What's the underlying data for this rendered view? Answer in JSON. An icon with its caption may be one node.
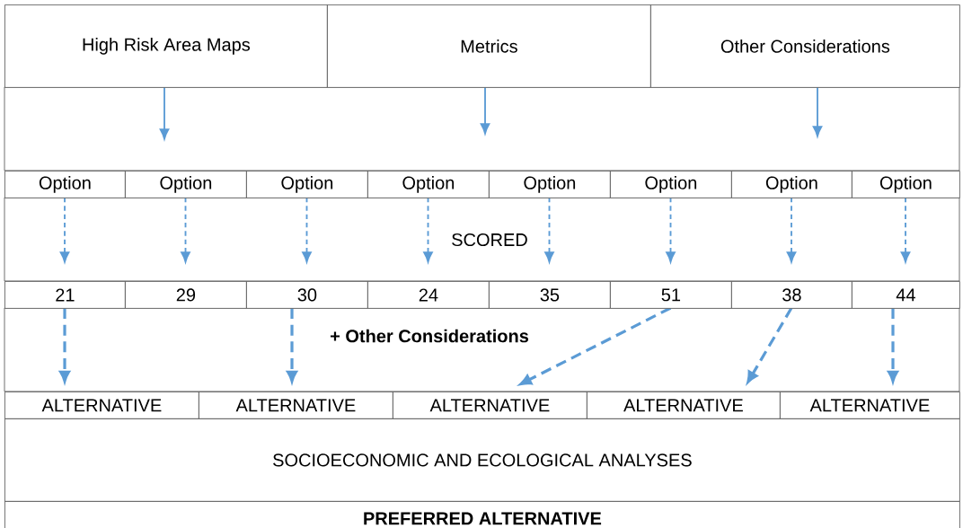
{
  "diagram": {
    "nodes": [
      {
        "text": [
          "High Risk Area Maps"
        ]
      },
      {
        "text": [
          "Metrics"
        ]
      },
      {
        "text": [
          "Other Considerations"
        ]
      },
      {
        "text": [
          "Option"
        ]
      },
      {
        "text": [
          "Option"
        ]
      },
      {
        "text": [
          "Option"
        ]
      },
      {
        "text": [
          "Option"
        ]
      },
      {
        "text": [
          "Option"
        ]
      },
      {
        "text": [
          "Option"
        ]
      },
      {
        "text": [
          "Option"
        ]
      },
      {
        "text": [
          "Option"
        ]
      },
      {
        "text": [
          "21"
        ]
      },
      {
        "text": [
          "29"
        ]
      },
      {
        "text": [
          "30"
        ]
      },
      {
        "text": [
          "24"
        ]
      },
      {
        "text": [
          "35"
        ]
      },
      {
        "text": [
          "51"
        ]
      },
      {
        "text": [
          "38"
        ]
      },
      {
        "text": [
          "44"
        ]
      },
      {
        "text": [
          "ALTERNATIVE"
        ]
      },
      {
        "text": [
          "ALTERNATIVE"
        ]
      },
      {
        "text": [
          "ALTERNATIVE"
        ]
      },
      {
        "text": [
          "ALTERNATIVE"
        ]
      },
      {
        "text": [
          "ALTERNATIVE"
        ]
      },
      {
        "text": [
          "SOCIOECONOMIC AND ECOLOGICAL ANALYSES"
        ]
      },
      {
        "text": [
          "PREFERRED ALTERNATIVE"
        ]
      }
    ],
    "edges": [
      {
        "from": 0,
        "to": null,
        "arrow": "to"
      },
      {
        "from": 1,
        "to": null,
        "arrow": "to"
      },
      {
        "from": 2,
        "to": null,
        "arrow": "to"
      },
      {
        "from": 3,
        "to": 11,
        "arrow": "to",
        "style": "dashed"
      },
      {
        "from": 4,
        "to": 12,
        "arrow": "to",
        "style": "dashed"
      },
      {
        "from": 5,
        "to": 13,
        "arrow": "to",
        "style": "dashed"
      },
      {
        "from": 6,
        "to": 14,
        "arrow": "to",
        "style": "dashed"
      },
      {
        "from": 7,
        "to": 15,
        "arrow": "to",
        "style": "dashed"
      },
      {
        "from": 8,
        "to": 16,
        "arrow": "to",
        "style": "dashed"
      },
      {
        "from": 9,
        "to": 17,
        "arrow": "to",
        "style": "dashed"
      },
      {
        "from": 10,
        "to": 18,
        "arrow": "to",
        "style": "dashed"
      },
      {
        "from": 11,
        "to": 19,
        "arrow": "to",
        "style": "dashed"
      },
      {
        "from": 13,
        "to": 20,
        "arrow": "to",
        "style": "dashed"
      },
      {
        "from": 16,
        "to": 21,
        "arrow": "to",
        "style": "dashed"
      },
      {
        "from": 17,
        "to": 22,
        "arrow": "to",
        "style": "dashed"
      },
      {
        "from": 18,
        "to": 23,
        "arrow": "to",
        "style": "dashed"
      }
    ],
    "labels": [
      "SCORED",
      "+ Other Considerations"
    ]
  }
}
